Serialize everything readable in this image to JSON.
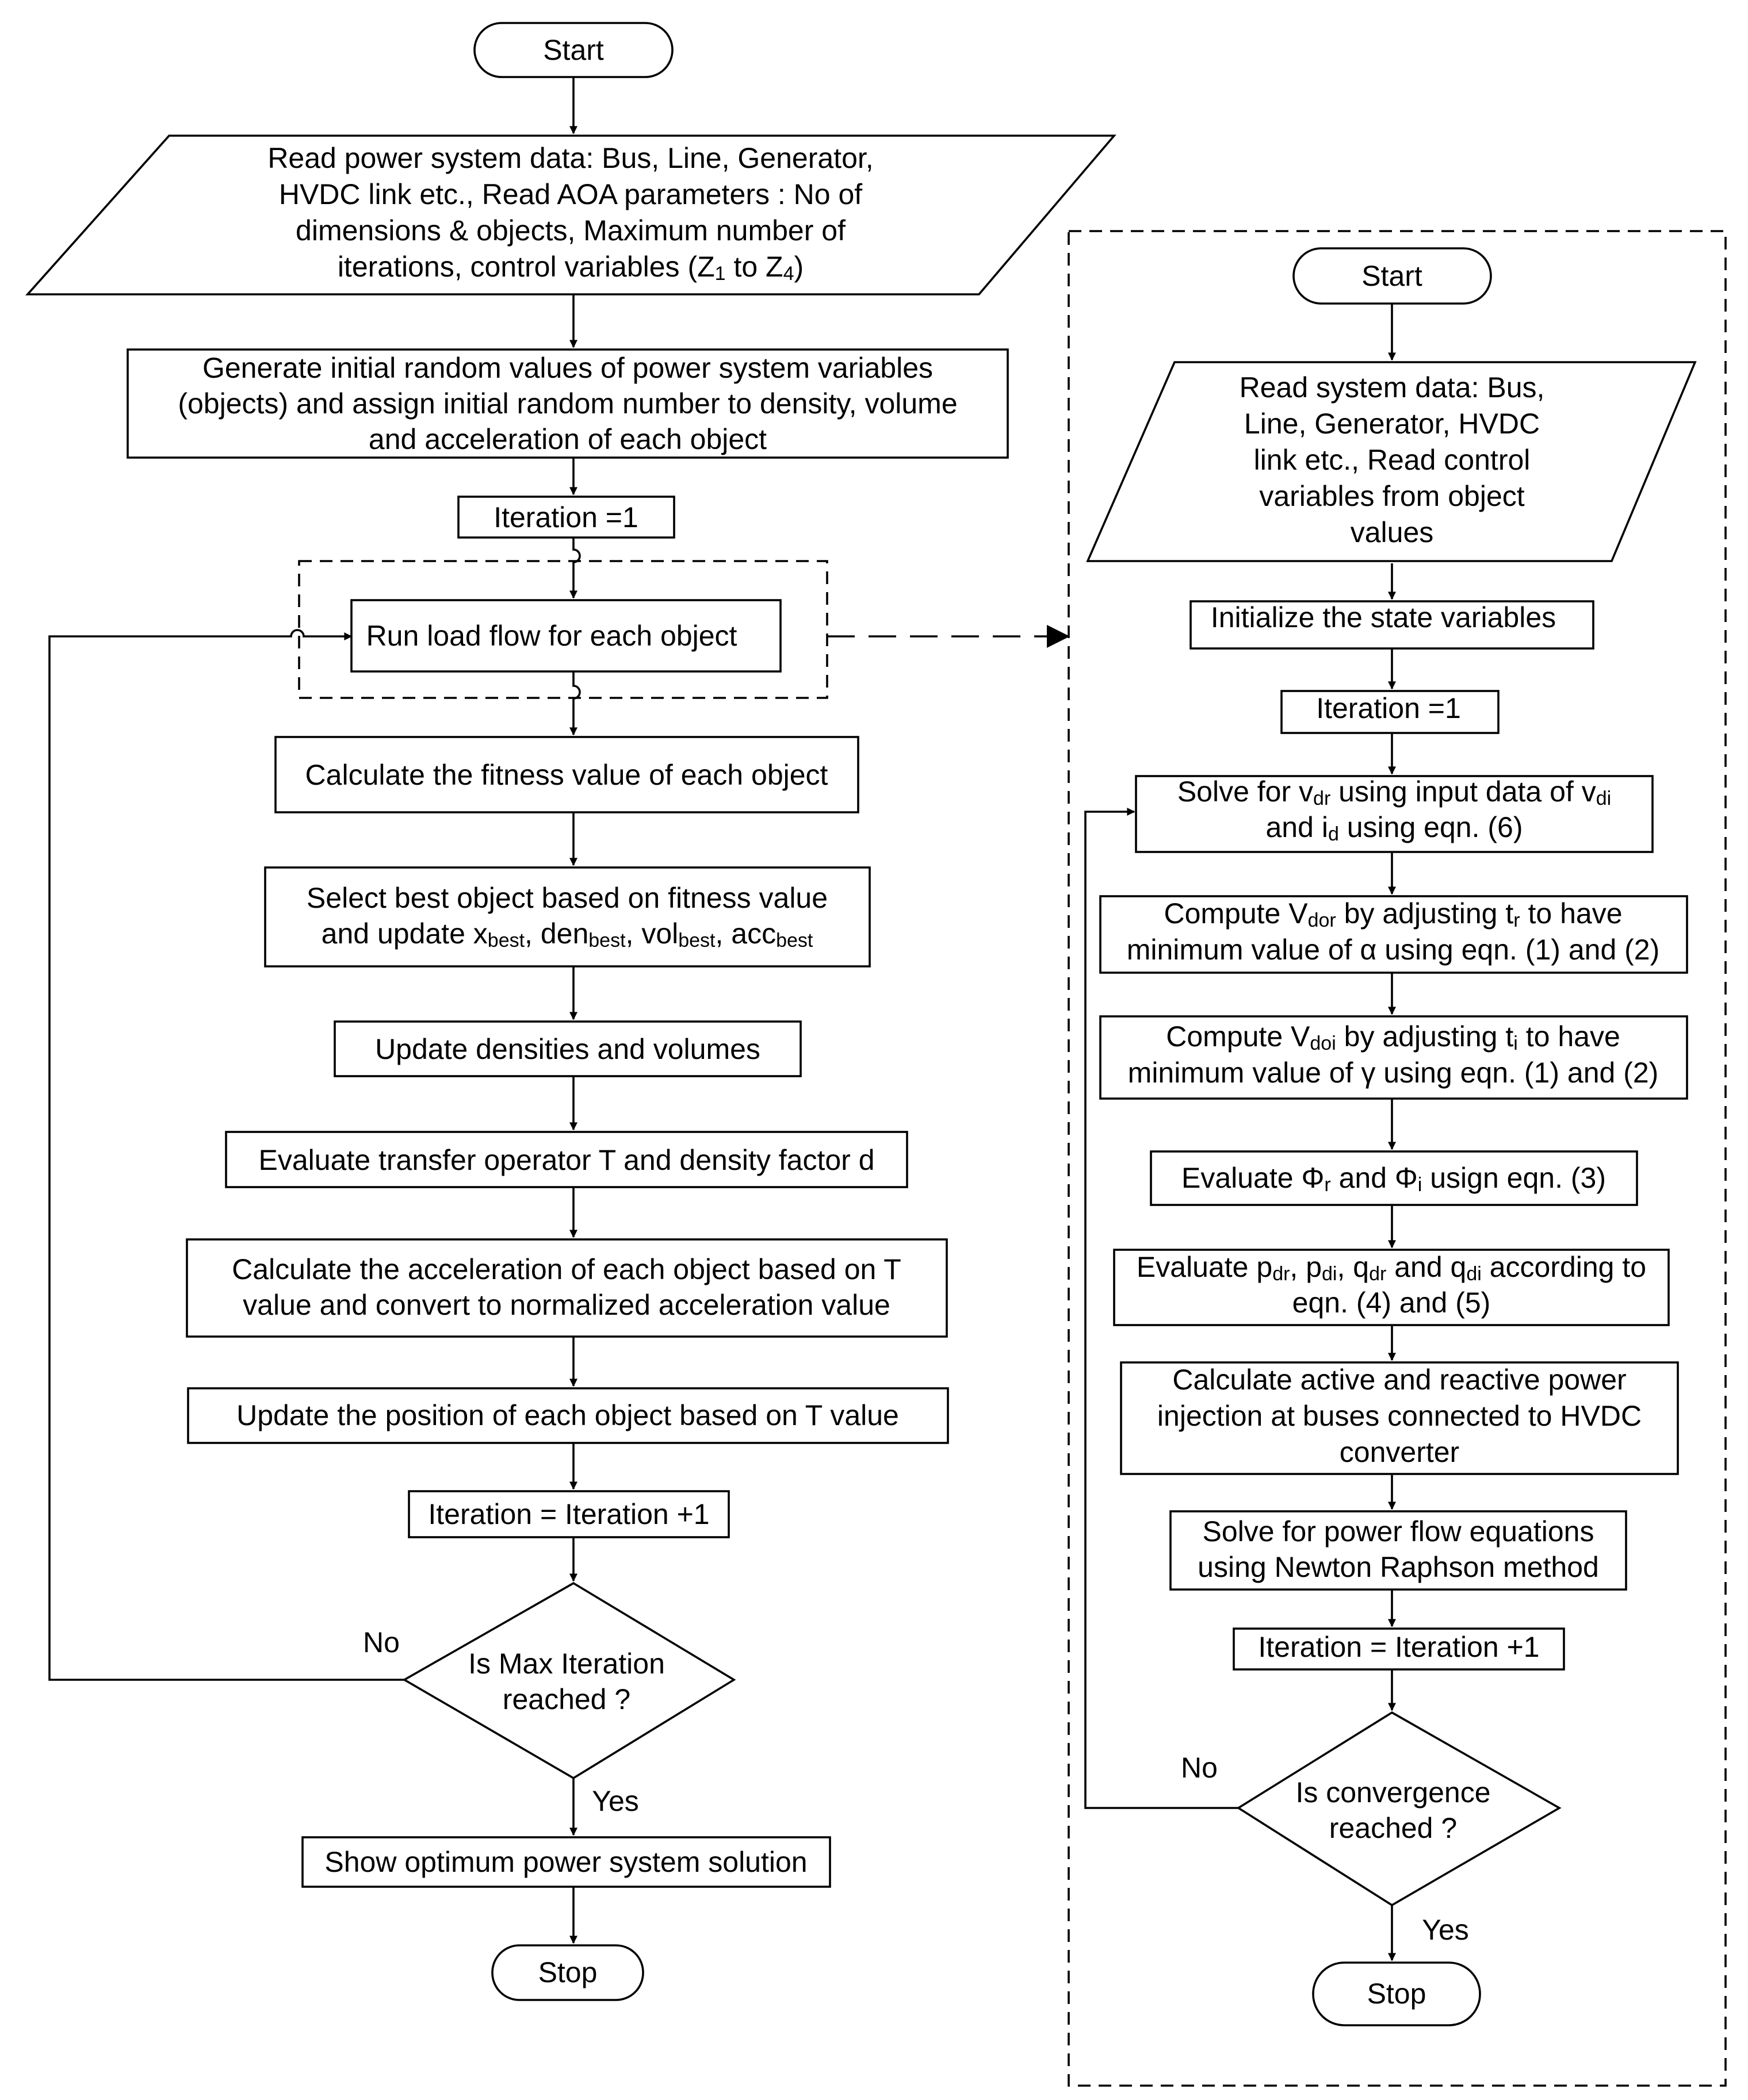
{
  "colors": {
    "stroke": "#000000",
    "fill": "#ffffff",
    "text": "#000000"
  },
  "left": {
    "start": "Start",
    "read_data": {
      "l1": "Read power system data: Bus, Line, Generator,",
      "l2": "HVDC link etc., Read AOA parameters : No of",
      "l3": "dimensions & objects, Maximum number of",
      "l4a": "iterations, control variables (Z",
      "l4s1": "1",
      "l4b": " to Z",
      "l4s2": "4",
      "l4c": ")"
    },
    "generate": {
      "l1": "Generate initial random values of power system variables",
      "l2": "(objects) and assign initial random number to density, volume",
      "l3": "and acceleration of each object"
    },
    "iteration_init": "Iteration =1",
    "run_load_flow": "Run load flow for each object",
    "fitness": "Calculate the fitness value of each object",
    "select_best": {
      "l1": "Select best object based on fitness value",
      "l2a": "and update x",
      "l2s1": "best",
      "l2b": ", den",
      "l2s2": "best",
      "l2c": ", vol",
      "l2s3": "best",
      "l2d": ", acc",
      "l2s4": "best"
    },
    "update_densities": "Update densities and volumes",
    "evaluate_transfer": "Evaluate transfer operator T and density factor d",
    "acceleration": {
      "l1": "Calculate the acceleration of each object based on T",
      "l2": "value and convert to normalized acceleration value"
    },
    "update_position": "Update the position of each object based on T value",
    "iteration_inc": "Iteration = Iteration +1",
    "decision": {
      "l1": "Is Max Iteration",
      "l2": "reached ?"
    },
    "no": "No",
    "yes": "Yes",
    "show_solution": "Show optimum power system solution",
    "stop": "Stop"
  },
  "right": {
    "start": "Start",
    "read_data": {
      "l1": "Read system data: Bus,",
      "l2": "Line, Generator, HVDC",
      "l3": "link etc., Read control",
      "l4": "variables from object",
      "l5": "values"
    },
    "initialize": "Initialize the state variables",
    "iteration_init": "Iteration =1",
    "solve_vdr": {
      "l1a": "Solve for v",
      "l1s1": "dr",
      "l1b": " using input data of v",
      "l1s2": "di",
      "l2a": "and i",
      "l2s1": "d",
      "l2b": " using eqn. (6)"
    },
    "compute_vdor": {
      "l1a": "Compute V",
      "l1s1": "dor",
      "l1b": " by adjusting t",
      "l1s2": "r",
      "l1c": " to have",
      "l2": "minimum value of α using eqn. (1) and (2)"
    },
    "compute_vdoi": {
      "l1a": "Compute V",
      "l1s1": "doi",
      "l1b": " by adjusting t",
      "l1s2": "i",
      "l1c": " to have",
      "l2": "minimum value of γ using eqn. (1) and (2)"
    },
    "evaluate_phi": {
      "a": "Evaluate Φ",
      "s1": "r",
      "b": " and Φ",
      "s2": "i",
      "c": " usign eqn. (3)"
    },
    "evaluate_pq": {
      "l1a": "Evaluate p",
      "l1s1": "dr",
      "l1b": ", p",
      "l1s2": "di",
      "l1c": ", q",
      "l1s3": "dr",
      "l1d": " and q",
      "l1s4": "di",
      "l1e": " according to",
      "l2": "eqn. (4) and (5)"
    },
    "active_reactive": {
      "l1": "Calculate active and reactive power",
      "l2": "injection at buses connected to HVDC",
      "l3": "converter"
    },
    "newton": {
      "l1": "Solve for power flow equations",
      "l2": "using Newton Raphson method"
    },
    "iteration_inc": "Iteration = Iteration +1",
    "decision": {
      "l1": "Is convergence",
      "l2": "reached ?"
    },
    "no": "No",
    "yes": "Yes",
    "stop": "Stop"
  }
}
